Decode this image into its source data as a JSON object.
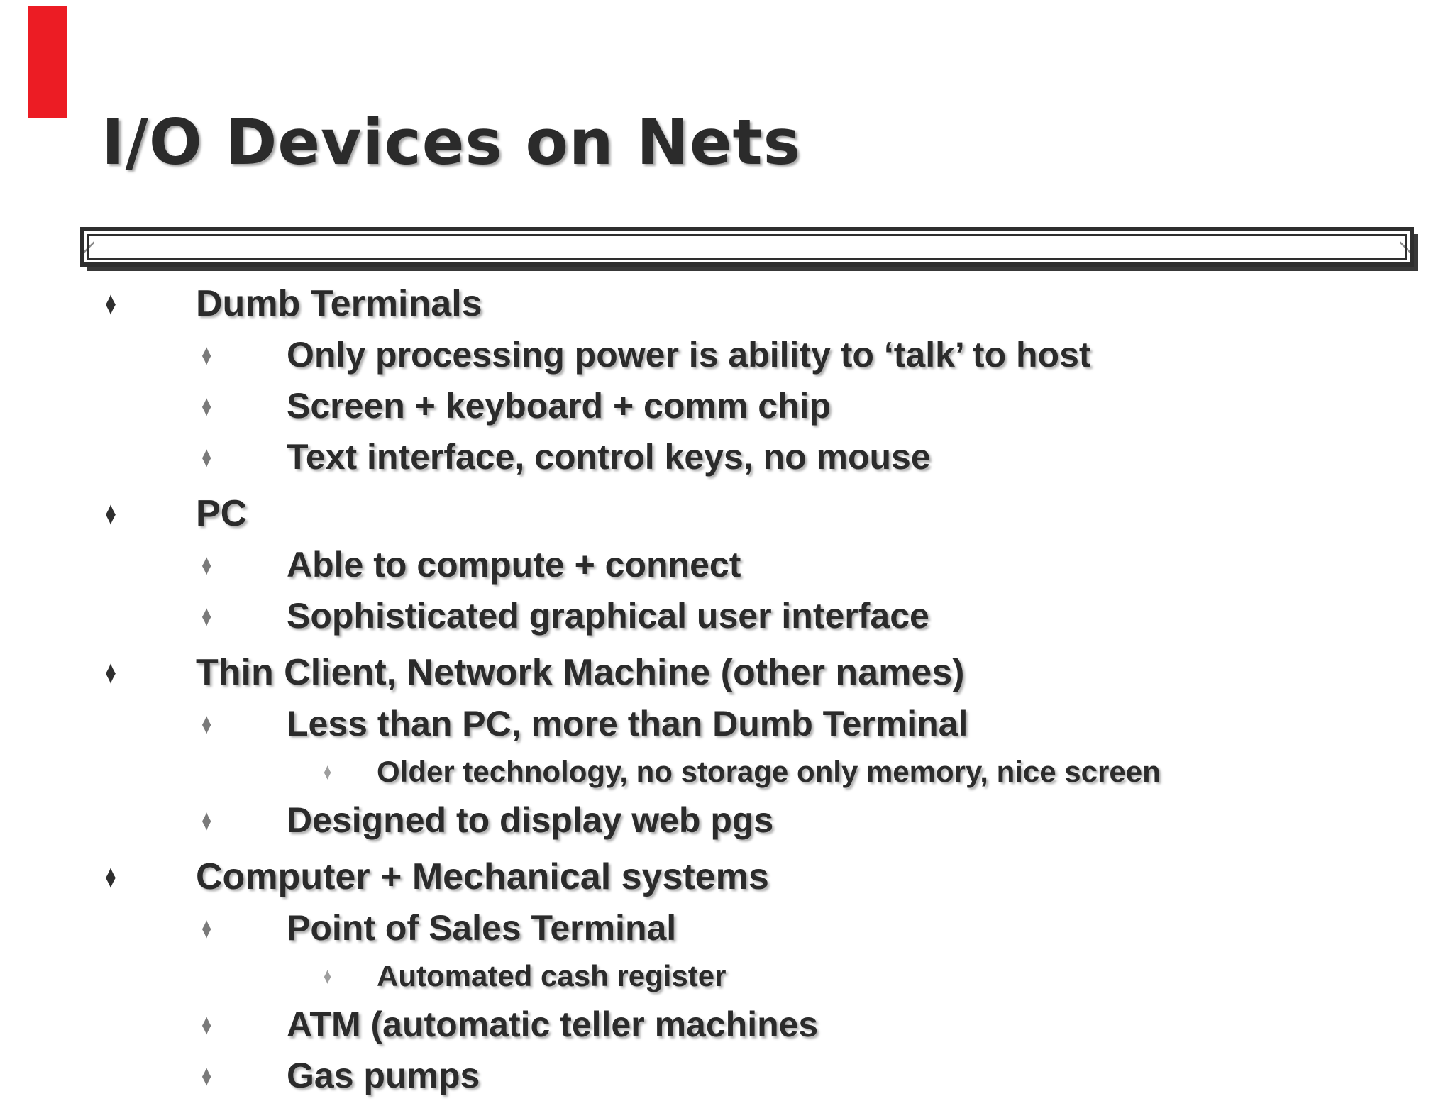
{
  "slide": {
    "title": "I/O Devices on Nets",
    "accent_color": "#ec1c24",
    "text_color": "#2b2b2b",
    "frame_color": "#2e2e2e",
    "bullet_icon": "diamond",
    "bullet_char": "♦",
    "bullet_colors": {
      "level1": "#2f2f2f",
      "level2": "#7a7a7a",
      "level3": "#9e9e9e"
    },
    "bullets": [
      {
        "level": 1,
        "text": "Dumb Terminals"
      },
      {
        "level": 2,
        "text": "Only processing power is ability to ‘talk’ to host"
      },
      {
        "level": 2,
        "text": "Screen + keyboard + comm chip"
      },
      {
        "level": 2,
        "text": "Text interface, control keys, no mouse"
      },
      {
        "level": 1,
        "text": "PC"
      },
      {
        "level": 2,
        "text": "Able to compute + connect"
      },
      {
        "level": 2,
        "text": "Sophisticated graphical user interface"
      },
      {
        "level": 1,
        "text": "Thin Client, Network Machine (other names)"
      },
      {
        "level": 2,
        "text": "Less than PC, more than Dumb Terminal"
      },
      {
        "level": 3,
        "text": "Older technology, no storage only memory, nice screen"
      },
      {
        "level": 2,
        "text": "Designed to display web pgs"
      },
      {
        "level": 1,
        "text": "Computer + Mechanical systems"
      },
      {
        "level": 2,
        "text": "Point of Sales Terminal"
      },
      {
        "level": 3,
        "text": "Automated cash register"
      },
      {
        "level": 2,
        "text": "ATM (automatic teller machines"
      },
      {
        "level": 2,
        "text": "Gas pumps"
      }
    ]
  }
}
